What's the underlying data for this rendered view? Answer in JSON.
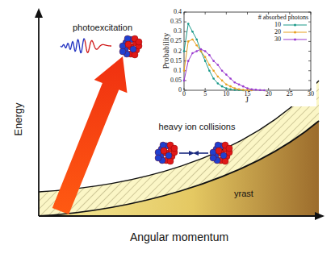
{
  "diagram": {
    "labels": [
      "photoexcitation",
      "heavy ion collisions",
      "yrast",
      "Energy",
      "Angular momentum",
      "Probability",
      "J",
      "0",
      "0.05",
      "0.1",
      "0.15",
      "0.2",
      "0.25",
      "0.3",
      "0.35",
      "0.4",
      "0",
      "5",
      "10",
      "15",
      "20",
      "25",
      "30",
      "# absorbed photons"
    ],
    "legend": [
      {
        "text": "10"
      },
      {
        "text": "20"
      },
      {
        "text": "30"
      }
    ]
  }
}
